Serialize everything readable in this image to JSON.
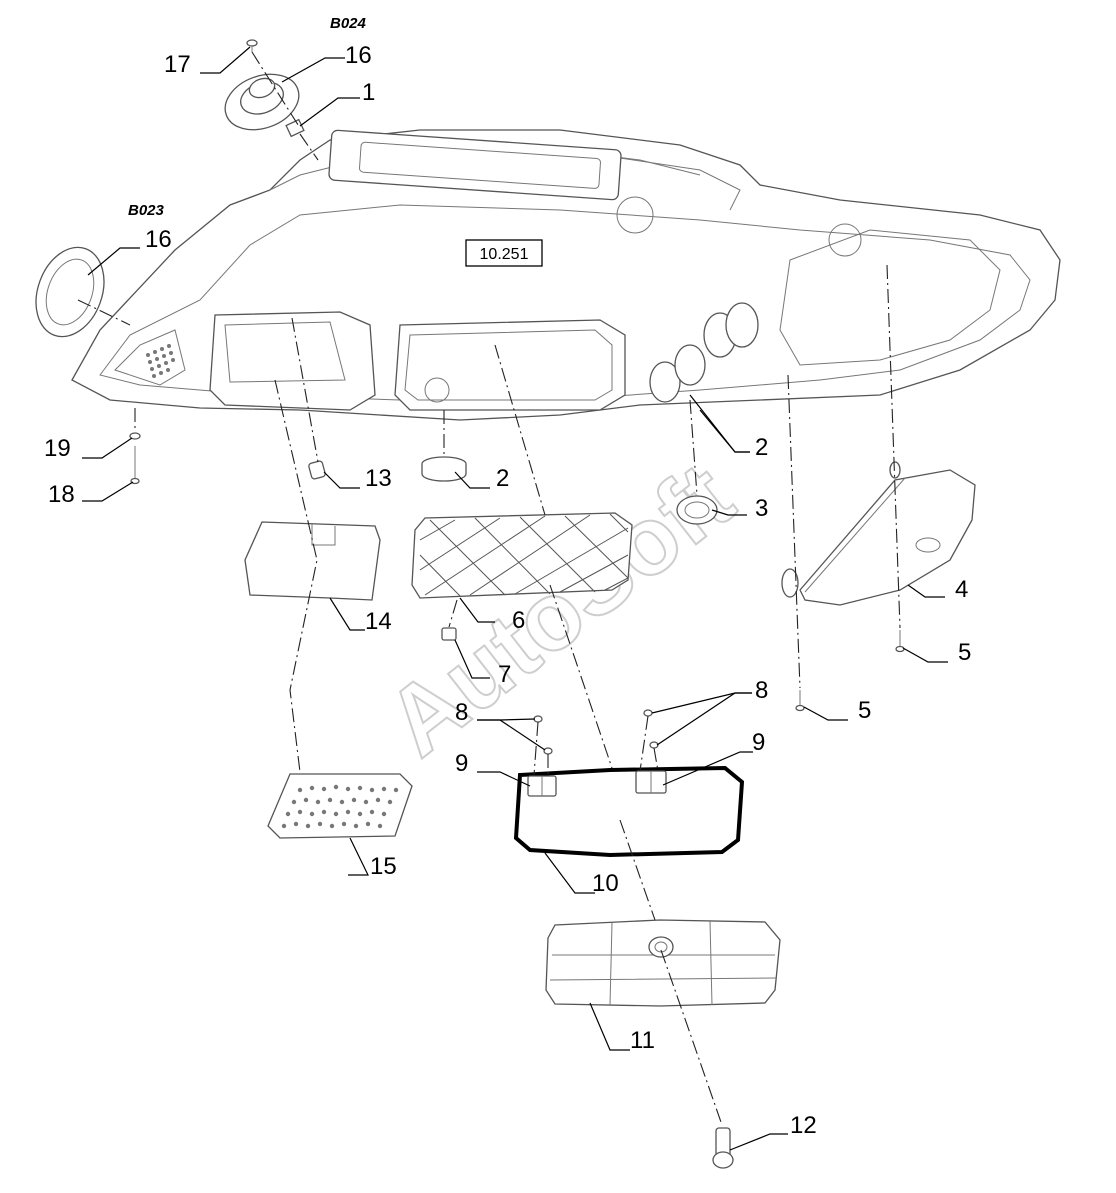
{
  "diagram": {
    "group_labels": {
      "upper": "B024",
      "lower": "B023"
    },
    "reference_box": "10.251",
    "watermark": "AutoSoft",
    "callouts": {
      "c17": "17",
      "c16a": "16",
      "c1": "1",
      "c16b": "16",
      "c19": "19",
      "c18": "18",
      "c13": "13",
      "c2a": "2",
      "c2b": "2",
      "c3": "3",
      "c14": "14",
      "c6": "6",
      "c7": "7",
      "c4": "4",
      "c5a": "5",
      "c5b": "5",
      "c8a": "8",
      "c8b": "8",
      "c9a": "9",
      "c9b": "9",
      "c15": "15",
      "c10": "10",
      "c11": "11",
      "c12": "12"
    }
  }
}
